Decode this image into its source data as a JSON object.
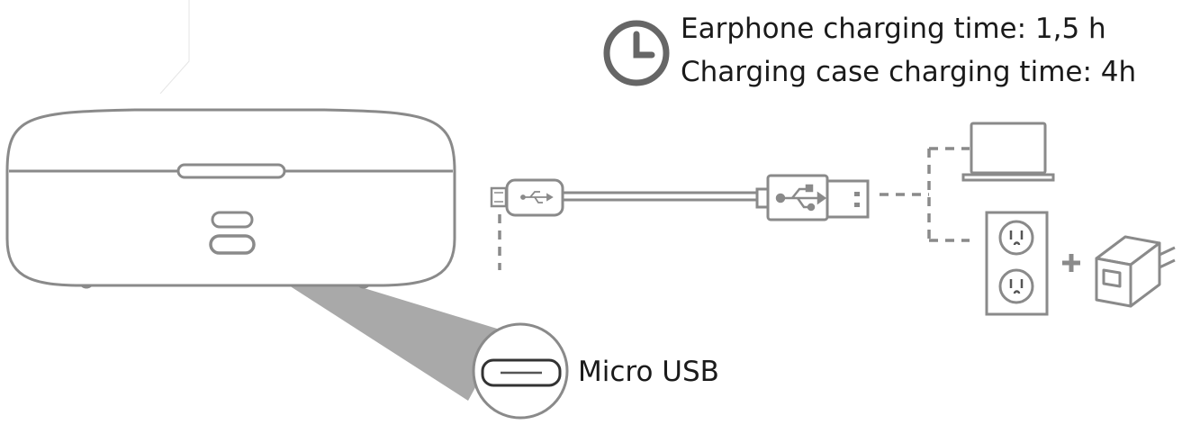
{
  "charging_info": {
    "earphone_charging_time": "Earphone charging time: 1,5 h",
    "case_charging_time": "Charging case charging time: 4h"
  },
  "port_label": "Micro USB",
  "power_sources": [
    "laptop-icon",
    "wall-outlet-icon",
    "power-adapter-icon"
  ],
  "colors": {
    "line": "#8a8a8a",
    "beam": "#a9a9a9",
    "text": "#1a1a1a"
  }
}
